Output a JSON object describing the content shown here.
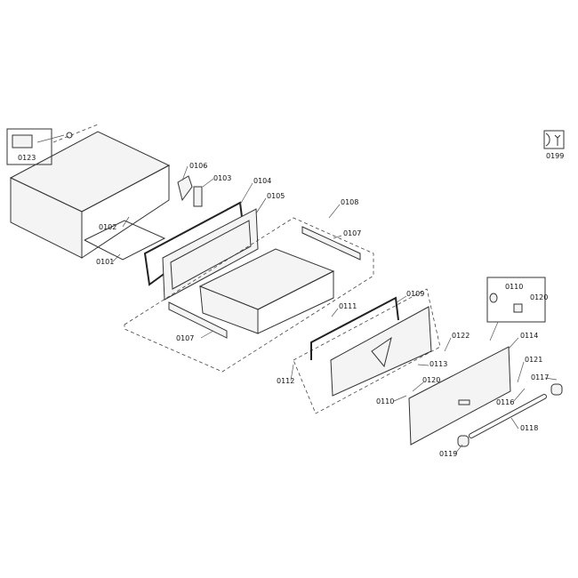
{
  "labels": {
    "p0123": "0123",
    "p0106": "0106",
    "p0103": "0103",
    "p0104": "0104",
    "p0105": "0105",
    "p0108": "0108",
    "p0107a": "0107",
    "p0102": "0102",
    "p0101": "0101",
    "p0107b": "0107",
    "p0109": "0109",
    "p0111": "0111",
    "p0110a": "0110",
    "p0120a": "0120",
    "p0122": "0122",
    "p0114": "0114",
    "p0113": "0113",
    "p0112": "0112",
    "p0121": "0121",
    "p0120b": "0120",
    "p0117": "0117",
    "p0110b": "0110",
    "p0116": "0116",
    "p0118": "0118",
    "p0119": "0119",
    "p0199": "0199"
  },
  "icons": {
    "service": "wrench-manual-icon"
  }
}
